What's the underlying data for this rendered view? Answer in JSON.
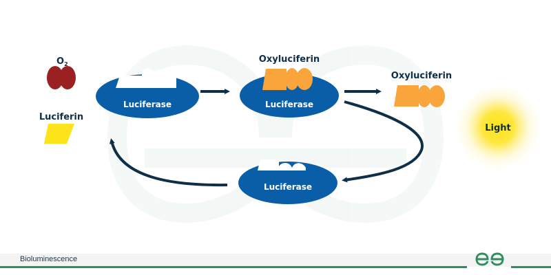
{
  "diagram": {
    "title": "Bioluminescence",
    "molecules": {
      "oxygen_label": "O",
      "oxygen_subscript": "2",
      "luciferin_label": "Luciferin",
      "oxyluciferin_bound_label": "Oxyluciferin",
      "oxyluciferin_free_label": "Oxyluciferin"
    },
    "enzymes": [
      {
        "label": "Luciferase"
      },
      {
        "label": "Luciferase"
      },
      {
        "label": "Luciferase"
      }
    ],
    "light_label": "Light",
    "colors": {
      "enzyme": "#0a5ea8",
      "oxygen": "#9b2021",
      "luciferin": "#fde31a",
      "oxyluciferin": "#f9a53b",
      "arrow": "#0f2e47",
      "light": "#fde31a",
      "brand_green": "#2f8d5e"
    }
  },
  "footer": {
    "caption": "Bioluminescence",
    "logo": "geeksforgeeks-logo"
  }
}
